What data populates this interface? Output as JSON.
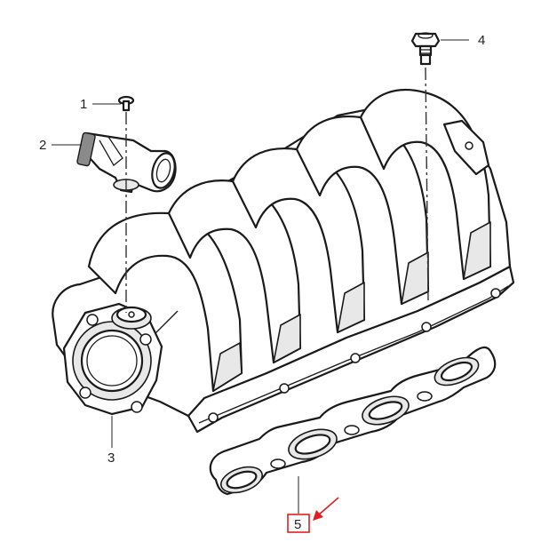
{
  "callouts": [
    {
      "id": "1",
      "label": "1"
    },
    {
      "id": "2",
      "label": "2"
    },
    {
      "id": "3",
      "label": "3"
    },
    {
      "id": "4",
      "label": "4"
    },
    {
      "id": "5",
      "label": "5"
    }
  ],
  "colors": {
    "highlight": "#e02020",
    "line": "#1a1a1a",
    "shade": "#e8e8e8",
    "background": "#ffffff"
  }
}
